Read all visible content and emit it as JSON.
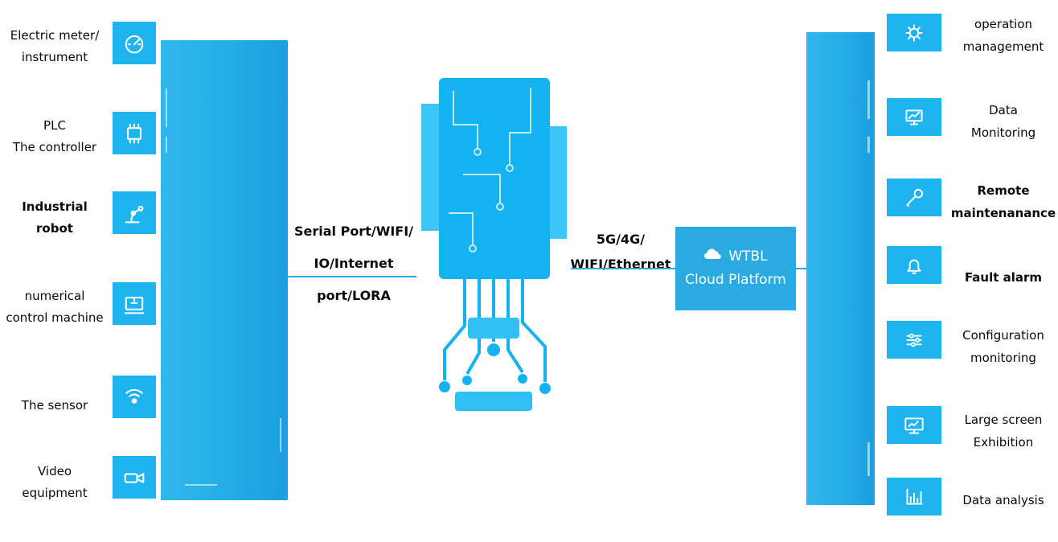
{
  "colors": {
    "accent_blue": "#29ABE2",
    "icon_blue": "#1FB4F0",
    "text": "#0a0a0a",
    "white": "#ffffff"
  },
  "left_devices": [
    {
      "label": "Electric meter/\ninstrument",
      "icon": "meter-icon"
    },
    {
      "label": "PLC\nThe controller",
      "icon": "plc-icon"
    },
    {
      "label": "Industrial\nrobot",
      "icon": "robot-arm-icon"
    },
    {
      "label": "numerical\ncontrol machine",
      "icon": "cnc-machine-icon"
    },
    {
      "label": "The sensor",
      "icon": "sensor-icon"
    },
    {
      "label": "Video\nequipment",
      "icon": "video-camera-icon"
    }
  ],
  "links": {
    "left_label": "Serial Port/WIFI/\nIO/Internet port/LORA",
    "right_label": "5G/4G/\nWIFI/Ethernet"
  },
  "cloud": {
    "line1": "WTBL",
    "line2": "Cloud Platform"
  },
  "right_features": [
    {
      "label": "operation\nmanagement",
      "icon": "gear-icon"
    },
    {
      "label": "Data\nMonitoring",
      "icon": "monitor-chart-icon"
    },
    {
      "label": "Remote\nmaintenanance",
      "icon": "wrench-icon"
    },
    {
      "label": "Fault alarm",
      "icon": "alarm-bell-icon"
    },
    {
      "label": "Configuration\nmonitoring",
      "icon": "sliders-icon"
    },
    {
      "label": "Large screen\nExhibition",
      "icon": "big-screen-icon"
    },
    {
      "label": "Data analysis",
      "icon": "bar-chart-icon"
    }
  ]
}
